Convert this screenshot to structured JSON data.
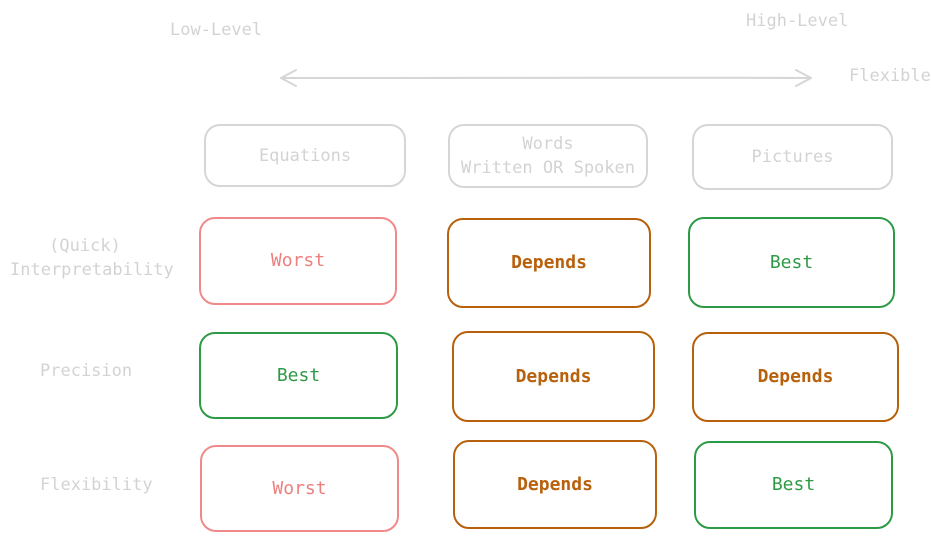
{
  "axis": {
    "low_label": "Low-Level",
    "high_label": "High-Level",
    "flexible_label": "Flexible"
  },
  "columns": [
    {
      "label": "Equations"
    },
    {
      "line1": "Words",
      "line2": "Written OR Spoken"
    },
    {
      "label": "Pictures"
    }
  ],
  "rows": [
    {
      "line1": "(Quick)",
      "line2": "Interpretability",
      "cells": [
        "Worst",
        "Depends",
        "Best"
      ]
    },
    {
      "label": "Precision",
      "cells": [
        "Best",
        "Depends",
        "Depends"
      ]
    },
    {
      "label": "Flexibility",
      "cells": [
        "Worst",
        "Depends",
        "Best"
      ]
    }
  ],
  "colors": {
    "muted": "#d3d3d3",
    "worst": "#ee7f7f",
    "depends": "#b8610c",
    "best": "#2f9a46"
  }
}
